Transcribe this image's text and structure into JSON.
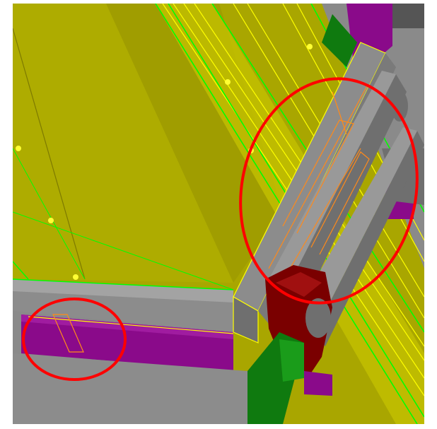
{
  "scene": {
    "kind": "3d-cad-viewport-screenshot",
    "visible_text": "",
    "colors": {
      "background": "#ffffff",
      "panel_face": "#a9a600",
      "panel_shadow": "#8f8c00",
      "edge_line_yellow": "#ffff00",
      "edge_line_green": "#00ff00",
      "grey_steel": "#8c8c8c",
      "grey_steel_dark": "#6f6f6f",
      "purple_part": "#8a0a8a",
      "dark_red_part": "#7a0000",
      "green_part": "#0f7a0f",
      "orange_outline": "#ff8a1a",
      "annotation_red": "#ff0000"
    },
    "annotations": [
      {
        "shape": "ellipse",
        "meaning": "highlight-upper-right"
      },
      {
        "shape": "ellipse",
        "meaning": "highlight-lower-left"
      }
    ]
  }
}
